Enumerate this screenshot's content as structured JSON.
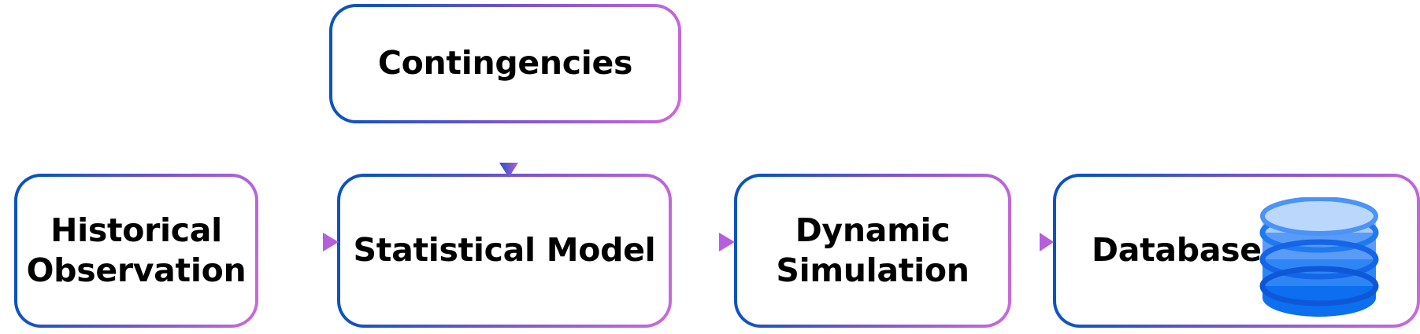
{
  "diagram": {
    "type": "flowchart",
    "title": "",
    "background_color": "#ffffff",
    "palette": {
      "gradient_start": "#0D52C0",
      "gradient_mid": "#7A55D0",
      "gradient_end": "#CB6ADD",
      "arrow_start": "#1A4FC0",
      "arrow_end": "#B45EE0",
      "text_color": "#000000",
      "db_layer_1": "#A9CBFB",
      "db_layer_2": "#5B9BF8",
      "db_layer_3": "#2E86F5",
      "db_layer_4": "#0C6FEF",
      "db_edge": "#1F7AF0"
    },
    "nodes": [
      {
        "id": "contingencies",
        "label": "Contingencies"
      },
      {
        "id": "historical",
        "label": "Historical\nObservation"
      },
      {
        "id": "statistical",
        "label": "Statistical Model"
      },
      {
        "id": "dynamic",
        "label": "Dynamic\nSimulation"
      },
      {
        "id": "database",
        "label": "Database"
      }
    ],
    "edges": [
      {
        "id": "hist-stat",
        "from": "historical",
        "to": "statistical",
        "direction": "right",
        "label": ""
      },
      {
        "id": "cont-stat",
        "from": "contingencies",
        "to": "statistical",
        "direction": "down",
        "label": ""
      },
      {
        "id": "stat-dyn",
        "from": "statistical",
        "to": "dynamic",
        "direction": "right",
        "label": ""
      },
      {
        "id": "dyn-db",
        "from": "dynamic",
        "to": "database",
        "direction": "right",
        "label": ""
      }
    ],
    "icons": [
      {
        "id": "database-cylinder",
        "name": "database-icon",
        "in_node": "database",
        "layers": 4
      }
    ]
  }
}
